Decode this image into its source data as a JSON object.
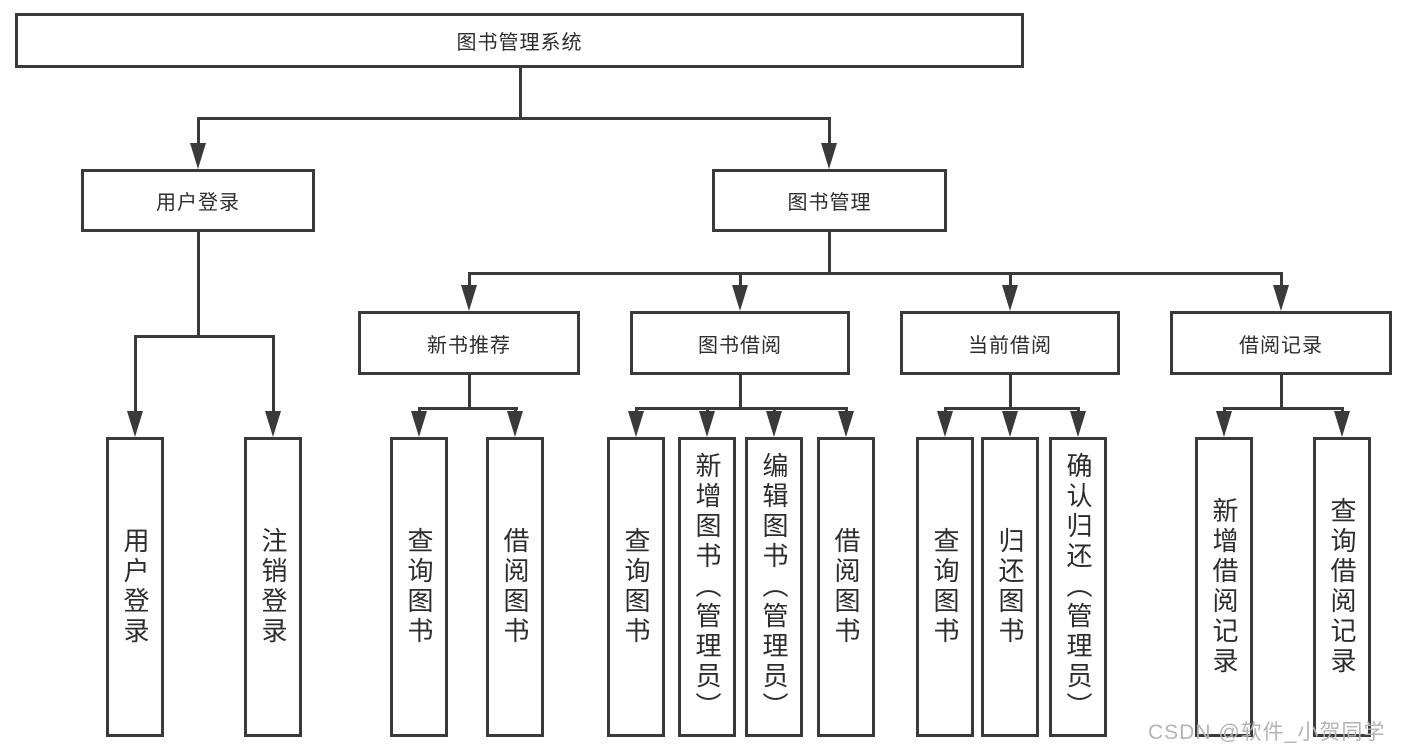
{
  "diagram": {
    "root": {
      "label": "图书管理系统"
    },
    "level2": {
      "user_login": {
        "label": "用户登录"
      },
      "book_mgmt": {
        "label": "图书管理"
      }
    },
    "level3": {
      "new_books": {
        "label": "新书推荐"
      },
      "book_borrow": {
        "label": "图书借阅"
      },
      "current_borrow": {
        "label": "当前借阅"
      },
      "borrow_records": {
        "label": "借阅记录"
      }
    },
    "leaves": {
      "user_login": {
        "label": "用户登录"
      },
      "logout": {
        "label": "注销登录"
      },
      "nb_query": {
        "label": "查询图书"
      },
      "nb_borrow": {
        "label": "借阅图书"
      },
      "bb_query": {
        "label": "查询图书"
      },
      "bb_add": {
        "label": "新增图书（管理员）"
      },
      "bb_edit": {
        "label": "编辑图书（管理员）"
      },
      "bb_borrow": {
        "label": "借阅图书"
      },
      "cb_query": {
        "label": "查询图书"
      },
      "cb_return": {
        "label": "归还图书"
      },
      "cb_confirm": {
        "label": "确认归还（管理员）"
      },
      "br_add": {
        "label": "新增借阅记录"
      },
      "br_query": {
        "label": "查询借阅记录"
      }
    }
  },
  "watermark": {
    "text": "CSDN @软件_小贺同学"
  },
  "colors": {
    "line": "#3a3a3a",
    "text": "#2d2d2d",
    "watermark": "#b4b4b4",
    "background": "#ffffff"
  }
}
